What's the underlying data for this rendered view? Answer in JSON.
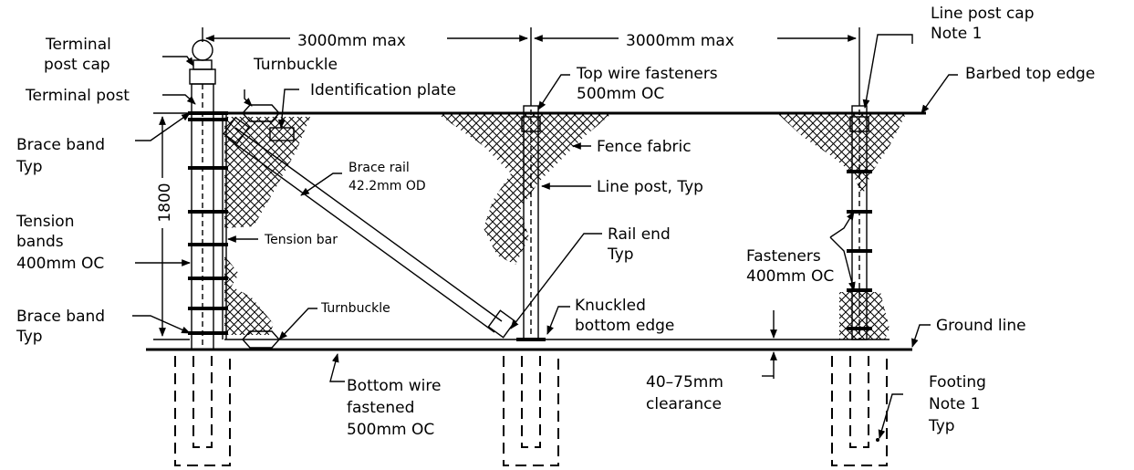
{
  "labels": {
    "terminal_post_cap": [
      "Terminal",
      "post cap"
    ],
    "terminal_post": "Terminal post",
    "turnbuckle_top": "Turnbuckle",
    "identification_plate": "Identification plate",
    "span_max_left": "3000mm max",
    "span_max_right": "3000mm max",
    "line_post_cap": [
      "Line post cap",
      "Note 1"
    ],
    "top_wire_fasteners": [
      "Top wire fasteners",
      "500mm OC"
    ],
    "barbed_top_edge": "Barbed top edge",
    "brace_band_top": [
      "Brace band",
      "Typ"
    ],
    "height_dim": "1800",
    "brace_rail": [
      "Brace rail",
      "42.2mm OD"
    ],
    "fence_fabric": "Fence fabric",
    "line_post": "Line post, Typ",
    "tension_bands": [
      "Tension",
      "bands",
      "400mm OC"
    ],
    "tension_bar": "Tension bar",
    "rail_end": [
      "Rail end",
      "Typ"
    ],
    "fasteners": [
      "Fasteners",
      "400mm OC"
    ],
    "brace_band_bottom": [
      "Brace band",
      "Typ"
    ],
    "turnbuckle_bottom": "Turnbuckle",
    "knuckled_bottom_edge": [
      "Knuckled",
      "bottom edge"
    ],
    "ground_line": "Ground line",
    "bottom_wire": [
      "Bottom wire",
      "fastened",
      "500mm OC"
    ],
    "clearance": [
      "40–75mm",
      "clearance"
    ],
    "footing": [
      "Footing",
      "Note 1",
      "Typ"
    ]
  }
}
